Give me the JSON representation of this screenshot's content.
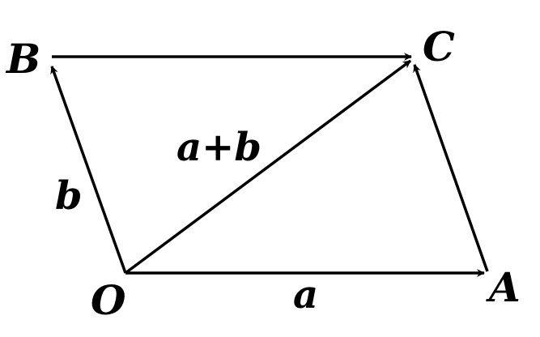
{
  "diagram": {
    "points": {
      "O": "O",
      "A": "A",
      "B": "B",
      "C": "C"
    },
    "vectors": {
      "a": "a",
      "b": "b",
      "sum": "a+b"
    },
    "colors": {
      "stroke": "#000000",
      "background": "#ffffff"
    }
  }
}
